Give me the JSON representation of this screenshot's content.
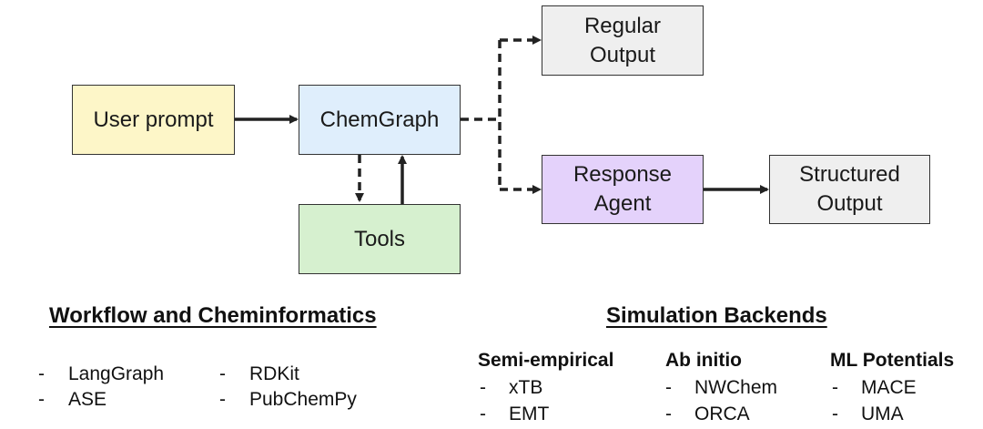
{
  "nodes": {
    "user_prompt": {
      "label": "User prompt",
      "color": "#fdf6c8"
    },
    "chemgraph": {
      "label": "ChemGraph",
      "color": "#dfeefc"
    },
    "tools": {
      "label": "Tools",
      "color": "#d6f0cf"
    },
    "regular_output": {
      "label_line1": "Regular",
      "label_line2": "Output",
      "color": "#efefef"
    },
    "response_agent": {
      "label_line1": "Response",
      "label_line2": "Agent",
      "color": "#e4d2fb"
    },
    "structured_output": {
      "label_line1": "Structured",
      "label_line2": "Output",
      "color": "#efefef"
    }
  },
  "workflow": {
    "heading": "Workflow and Cheminformatics",
    "items_left": [
      "LangGraph",
      "ASE"
    ],
    "items_right": [
      "RDKit",
      "PubChemPy"
    ]
  },
  "backends": {
    "heading": "Simulation Backends",
    "semi_empirical": {
      "title": "Semi-empirical",
      "items": [
        "xTB",
        "EMT"
      ]
    },
    "ab_initio": {
      "title": "Ab initio",
      "items": [
        "NWChem",
        "ORCA"
      ]
    },
    "ml_potentials": {
      "title": "ML Potentials",
      "items": [
        "MACE",
        "UMA"
      ]
    }
  },
  "colors": {
    "border": "#333333",
    "arrow": "#222222"
  }
}
